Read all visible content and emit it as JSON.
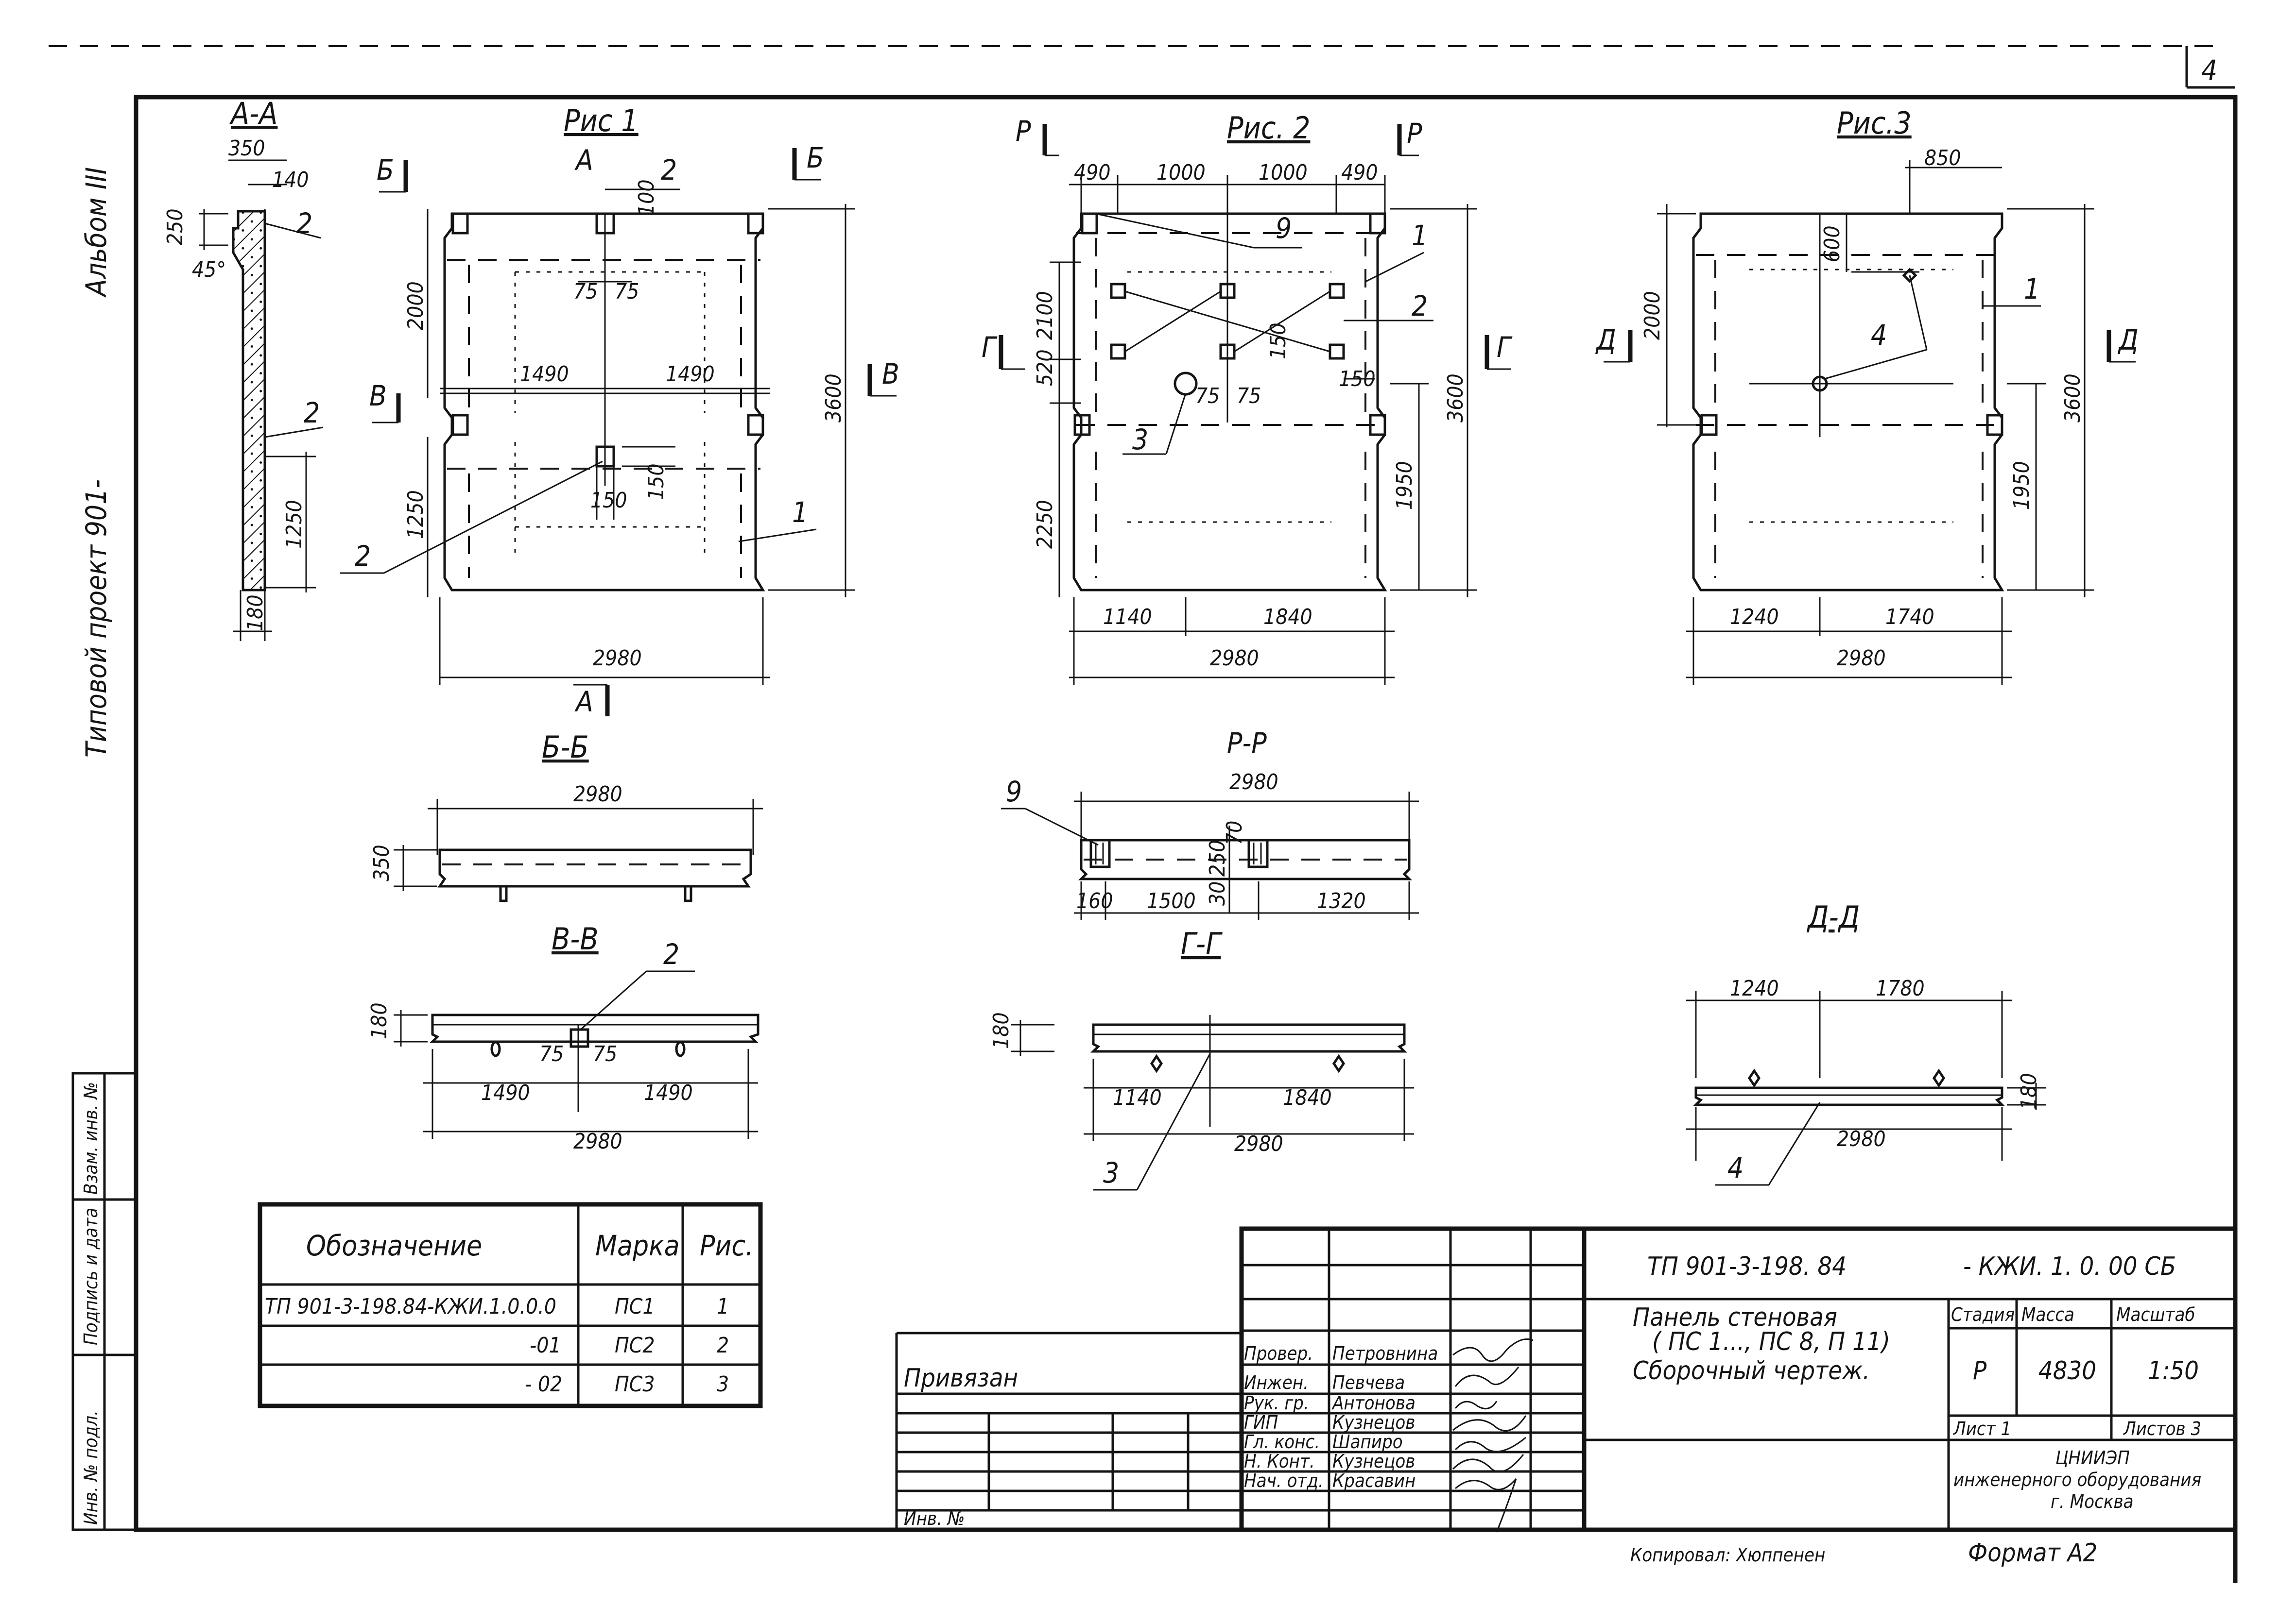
{
  "page_number": "4",
  "side_labels": {
    "album": "Альбом III",
    "project": "Типовой проект 901-"
  },
  "left_stamp": [
    "Инв. № подл.",
    "Подпись и дата",
    "Взам. инв. №"
  ],
  "figures": {
    "fig1": {
      "title": "Рис 1",
      "section_mark": "А",
      "dims": [
        "2980",
        "3600",
        "2000",
        "1250",
        "1490",
        "1490",
        "75",
        "75",
        "150",
        "150",
        "100"
      ],
      "callouts": [
        "1",
        "2",
        "2"
      ],
      "cut_marks": [
        "Б",
        "Б",
        "В",
        "В",
        "А"
      ]
    },
    "fig2": {
      "title": "Рис. 2",
      "dims": [
        "490",
        "1000",
        "1000",
        "490",
        "2980",
        "1140",
        "1840",
        "3600",
        "1950",
        "2250",
        "2100",
        "520",
        "150",
        "150",
        "75",
        "75"
      ],
      "callouts": [
        "1",
        "2",
        "3",
        "9"
      ],
      "cut_marks": [
        "Р",
        "Р",
        "Г",
        "Г"
      ]
    },
    "fig3": {
      "title": "Рис.3",
      "dims": [
        "850",
        "600",
        "2000",
        "3600",
        "1950",
        "1240",
        "1740",
        "2980"
      ],
      "callouts": [
        "1",
        "4"
      ],
      "cut_marks": [
        "Д",
        "Д"
      ]
    }
  },
  "sections": {
    "aa": {
      "title": "А-А",
      "dims": [
        "350",
        "140",
        "250",
        "45°",
        "1250",
        "180"
      ],
      "callouts": [
        "2",
        "2"
      ]
    },
    "bb": {
      "title": "Б-Б",
      "dims": [
        "2980",
        "350"
      ]
    },
    "vv": {
      "title": "В-В",
      "dims": [
        "180",
        "75",
        "75",
        "1490",
        "1490",
        "2980"
      ],
      "callouts": [
        "2"
      ]
    },
    "pp": {
      "title": "Р-Р",
      "dims": [
        "2980",
        "160",
        "1500",
        "1320",
        "250",
        "70",
        "30"
      ],
      "callouts": [
        "9"
      ]
    },
    "gg": {
      "title": "Г-Г",
      "dims": [
        "180",
        "1140",
        "1840",
        "2980"
      ],
      "callouts": [
        "3"
      ]
    },
    "dd": {
      "title": "Д-Д",
      "dims": [
        "1240",
        "1780",
        "2980",
        "180"
      ],
      "callouts": [
        "4"
      ]
    }
  },
  "spec_table": {
    "headers": [
      "Обозначение",
      "Марка",
      "Рис."
    ],
    "rows": [
      [
        "ТП 901-3-198.84-КЖИ.1.0.0.0",
        "ПС1",
        "1"
      ],
      [
        "-01",
        "ПС2",
        "2"
      ],
      [
        "- 02",
        "ПС3",
        "3"
      ]
    ]
  },
  "title_block": {
    "doc_code": "ТП 901-3-198. 84",
    "doc_code_suffix": "- КЖИ. 1. 0. 00 СБ",
    "name_line1": "Панель стеновая",
    "name_line2": "( ПС 1..., ПС 8, П 11)",
    "name_line3": "Сборочный чертеж.",
    "stage_label": "Стадия",
    "mass_label": "Масса",
    "scale_label": "Масштаб",
    "stage": "Р",
    "mass": "4830",
    "scale": "1:50",
    "sheet_label": "Лист 1",
    "sheets_label": "Листов 3",
    "org_line1": "ЦНИИЭП",
    "org_line2": "инженерного оборудования",
    "org_line3": "г. Москва",
    "linked_label": "Привязан",
    "inv_label": "Инв. №",
    "roles": [
      "Провер.",
      "Инжен.",
      "Рук. гр.",
      "ГИП",
      "Гл. конс.",
      "Н. Конт.",
      "Нач. отд."
    ],
    "names": [
      "Петровнина",
      "Певчева",
      "Антонова",
      "Кузнецов",
      "Шапиро",
      "Кузнецов",
      "Красавин"
    ],
    "copied_by": "Копировал: Хюппенен",
    "format": "Формат А2"
  }
}
